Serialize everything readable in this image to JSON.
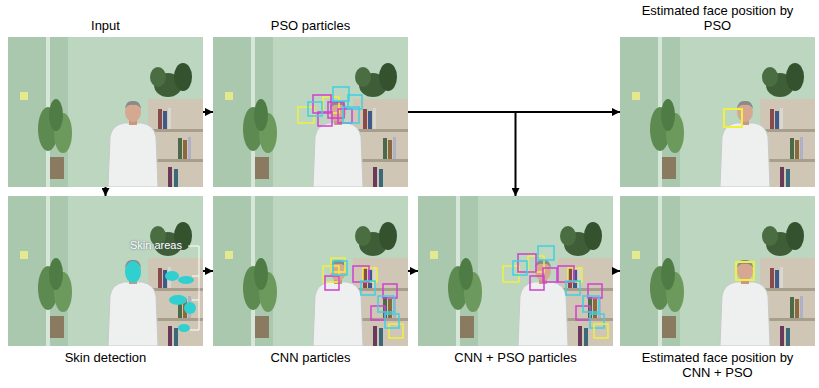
{
  "diagram": {
    "nodes": [
      {
        "text": [
          "Input"
        ]
      },
      {
        "text": [
          "PSO particles"
        ]
      },
      {
        "text": [
          "Estimated face position by PSO"
        ]
      },
      {
        "text": [
          "Skin detection"
        ]
      },
      {
        "text": [
          "CNN particles"
        ]
      },
      {
        "text": [
          "CNN + PSO particles"
        ]
      },
      {
        "text": [
          "Estimated face position by CNN + PSO"
        ]
      }
    ],
    "edges": [
      {
        "from": 0,
        "to": 1,
        "arrow": "to"
      },
      {
        "from": 0,
        "to": 3,
        "arrow": "to"
      },
      {
        "from": 1,
        "to": 2,
        "arrow": "to"
      },
      {
        "from": 1,
        "to": 5,
        "arrow": "to"
      },
      {
        "from": 3,
        "to": 4,
        "arrow": "to"
      },
      {
        "from": 4,
        "to": 5,
        "arrow": "to"
      },
      {
        "from": 5,
        "to": 6,
        "arrow": "to"
      }
    ],
    "labels": [
      "Skin areas"
    ]
  }
}
